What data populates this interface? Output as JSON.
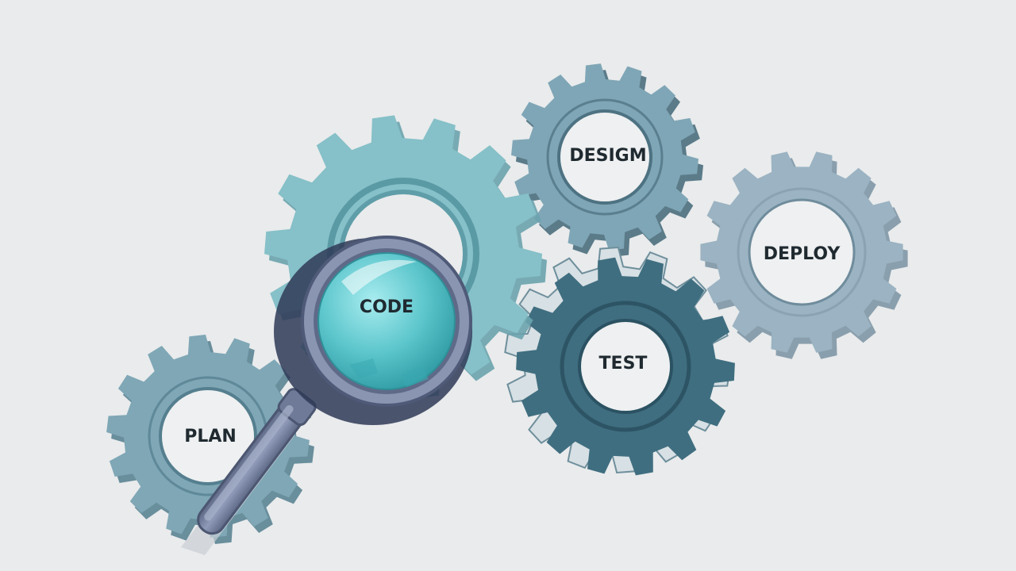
{
  "diagram": {
    "stages": [
      {
        "id": "plan",
        "label": "PLAN"
      },
      {
        "id": "code",
        "label": "CODE"
      },
      {
        "id": "design",
        "label": "DESIGM"
      },
      {
        "id": "test",
        "label": "TEST"
      },
      {
        "id": "deploy",
        "label": "DEPLOY"
      }
    ]
  },
  "colors": {
    "background": "#e9ebec",
    "plan_gear": "#7fa7b6",
    "code_gear": "#86c0c8",
    "design_gear": "#7fa6b6",
    "test_gear": "#3f6e80",
    "deploy_gear": "#9bb3c2",
    "lens": "#5cc6cc",
    "magnifier_frame": "#7c88a6"
  },
  "icons": [
    "gear-icon",
    "magnifying-glass-icon"
  ]
}
